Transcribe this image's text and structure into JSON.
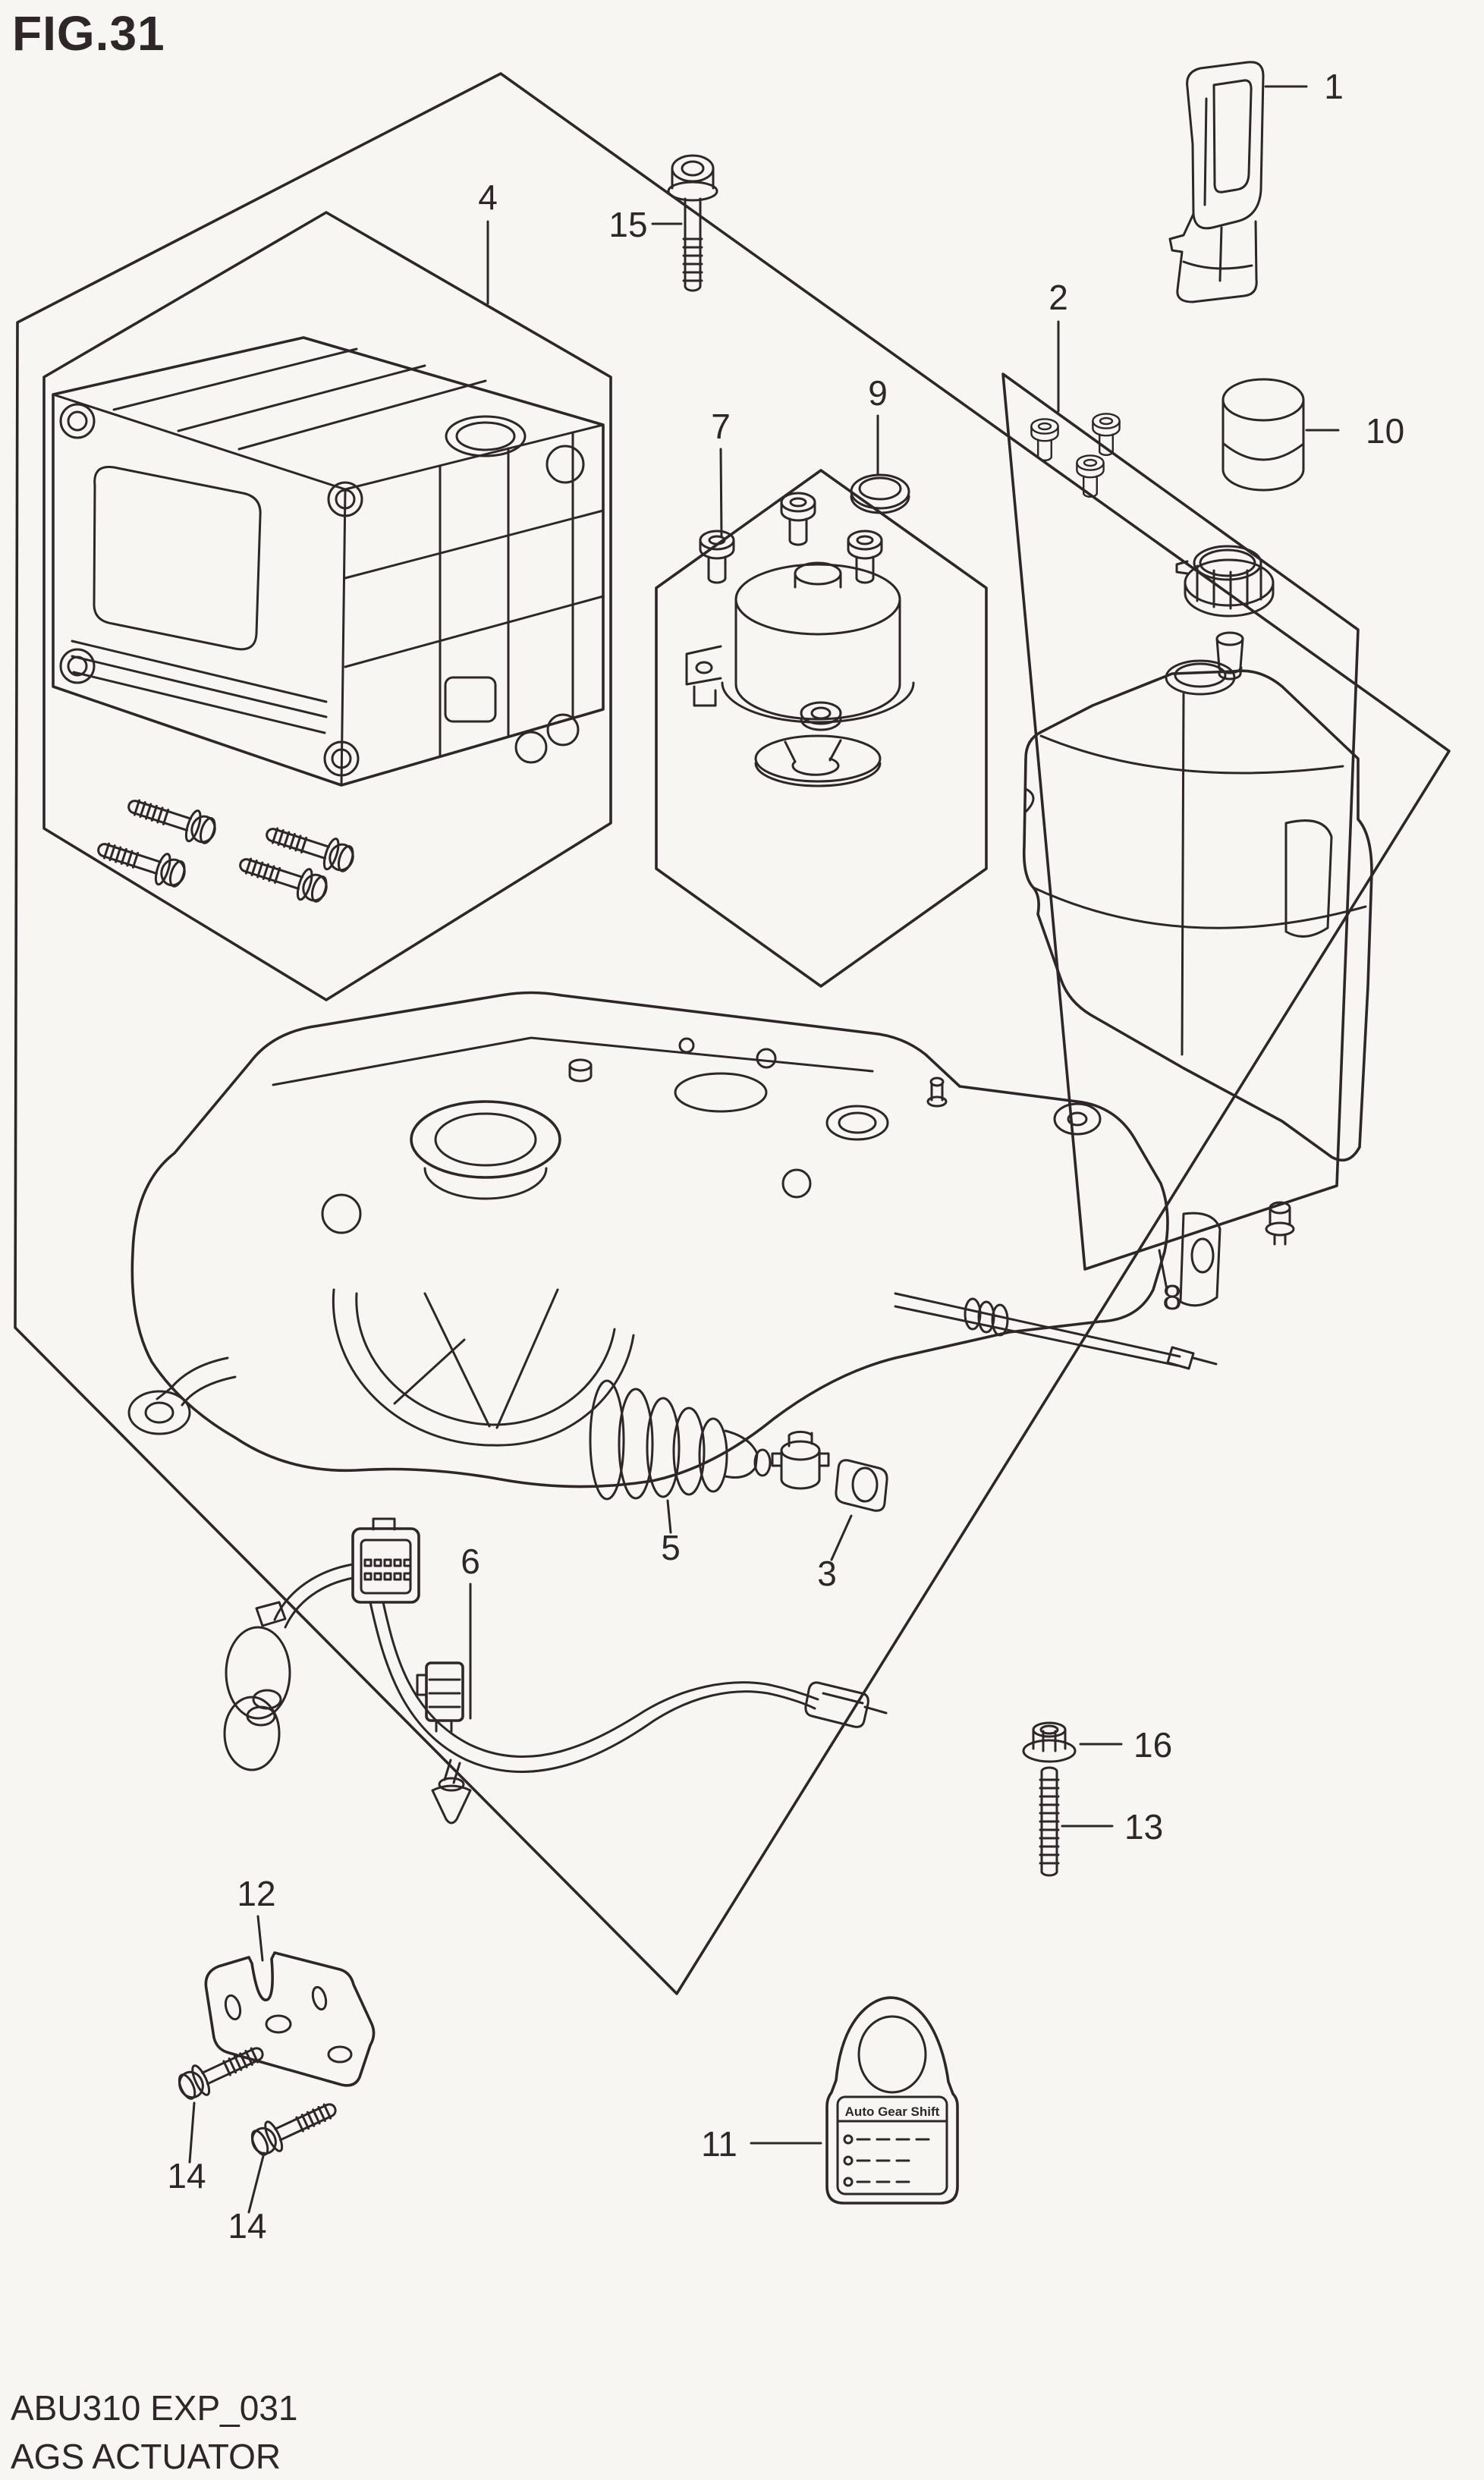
{
  "page": {
    "background_color": "#f7f6f3",
    "line_color": "#2e2629"
  },
  "figure": {
    "title": "FIG.31"
  },
  "footer": {
    "line1": "ABU310 EXP_031",
    "line2": "AGS ACTUATOR"
  },
  "tag": {
    "title": "Auto Gear Shift"
  },
  "callouts": {
    "1": "1",
    "2": "2",
    "3": "3",
    "4": "4",
    "5": "5",
    "6": "6",
    "7": "7",
    "8": "8",
    "9": "9",
    "10": "10",
    "11": "11",
    "12": "12",
    "13": "13",
    "14a": "14",
    "14b": "14",
    "15": "15",
    "16": "16"
  }
}
